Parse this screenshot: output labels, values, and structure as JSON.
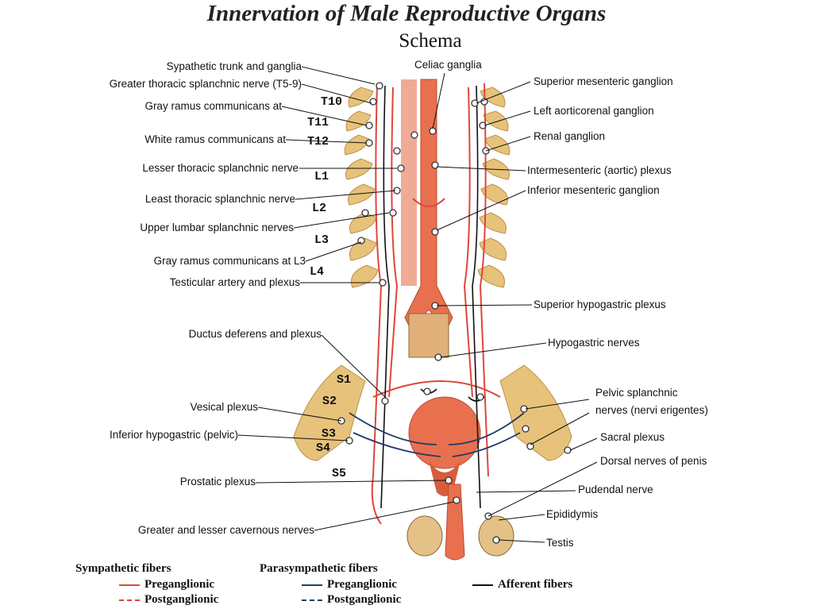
{
  "title": "Innervation of Male Reproductive Organs",
  "subtitle": "Schema",
  "labels_left": [
    "Sypathetic trunk and ganglia",
    "Greater thoracic splanchnic  nerve (T5-9)",
    "Gray ramus communicans at",
    "White ramus communicans at",
    "Lesser thoracic splanchnic nerve",
    "Least thoracic splanchnic nerve",
    "Upper lumbar splanchnic nerves",
    "Gray ramus communicans at L3",
    "Testicular artery and plexus",
    "Ductus deferens and plexus",
    "Vesical plexus",
    "Inferior hypogastric (pelvic)",
    "Prostatic plexus",
    "Greater and lesser cavernous  nerves"
  ],
  "labels_right": [
    "Celiac ganglia",
    "Superior mesenteric ganglion",
    "Left aorticorenal ganglion",
    "Renal ganglion",
    "Intermesenteric (aortic) plexus",
    "Inferior mesenteric ganglion",
    "Superior hypogastric plexus",
    "Hypogastric nerves",
    "Pelvic splanchnic",
    "nerves (nervi erigentes)",
    "Sacral plexus",
    "Dorsal nerves of penis",
    "Pudendal nerve",
    "Epididymis",
    "Testis"
  ],
  "levels": [
    "T10",
    "T11",
    "T12",
    "L1",
    "L2",
    "L3",
    "L4",
    "S1",
    "S2",
    "S3",
    "S4",
    "S5"
  ],
  "legend": {
    "sympathetic": "Sympathetic fibers",
    "parasympathetic": "Parasympathetic fibers",
    "pre": "Preganglionic",
    "post": "Postganglionic",
    "afferent": "Afferent fibers"
  },
  "colors": {
    "sympathetic": "#e0463a",
    "parasympathetic": "#1f3c6b",
    "afferent": "#111111",
    "artery": "#e8704f",
    "bone": "#e7c27a"
  }
}
